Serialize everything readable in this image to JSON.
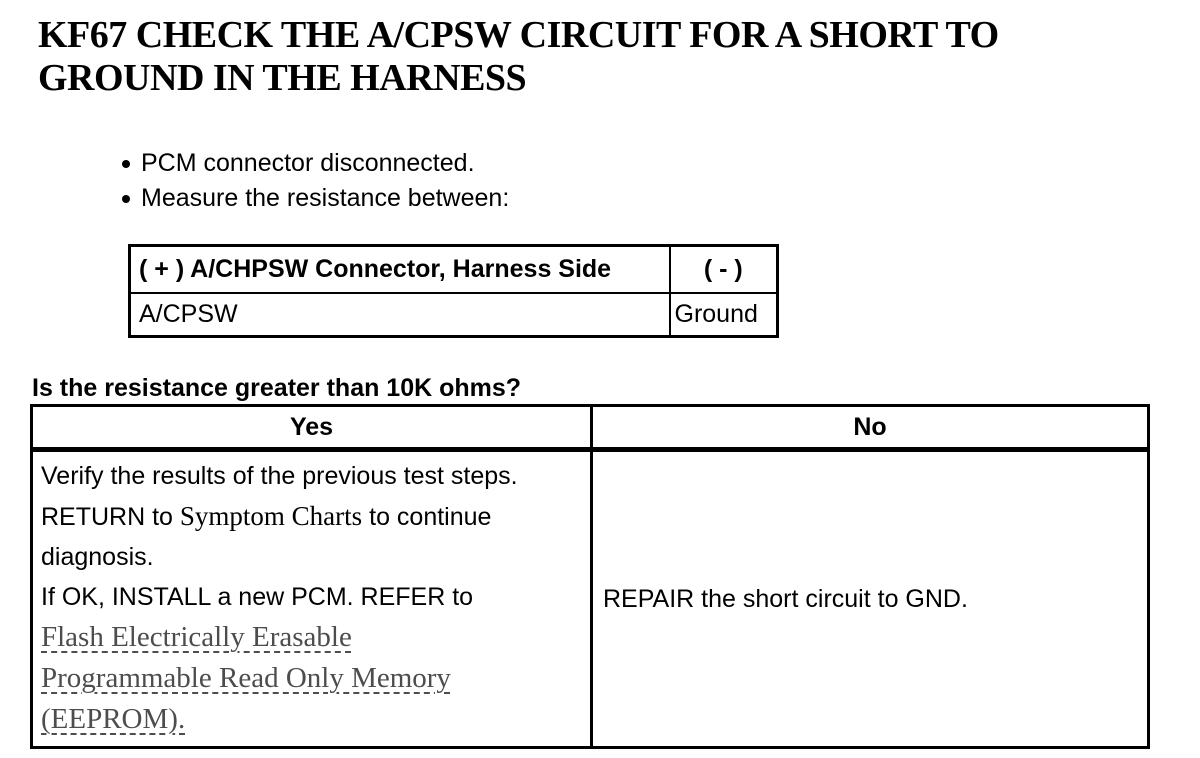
{
  "colors": {
    "text": "#000000",
    "background": "#ffffff",
    "link_gray": "#4d4d4d"
  },
  "title": {
    "line1": "KF67 CHECK THE A/CPSW CIRCUIT FOR A SHORT TO",
    "line2": "GROUND IN THE HARNESS"
  },
  "bullets": [
    "PCM connector disconnected.",
    "Measure the resistance between:"
  ],
  "measurement_table": {
    "header": [
      "( + ) A/CHPSW Connector, Harness Side",
      "( - )"
    ],
    "rows": [
      [
        "A/CPSW",
        "Ground"
      ]
    ]
  },
  "question": "Is the resistance greater than 10K ohms?",
  "decision_table": {
    "headers": [
      "Yes",
      "No"
    ],
    "yes_lines": [
      [
        {
          "t": "Verify the results of the previous test steps.",
          "s": "sans"
        }
      ],
      [
        {
          "t": "RETURN to ",
          "s": "sans"
        },
        {
          "t": "Symptom Charts",
          "s": "serif",
          "name": "symptom-charts-ref"
        },
        {
          "t": " to continue",
          "s": "sans"
        }
      ],
      [
        {
          "t": "diagnosis.",
          "s": "sans"
        }
      ],
      [
        {
          "t": "If OK, INSTALL a new PCM. REFER to",
          "s": "sans"
        }
      ],
      [
        {
          "t": "Flash Electrically Erasable",
          "s": "link",
          "name": "eeprom-link",
          "interactable": true
        }
      ],
      [
        {
          "t": "Programmable Read Only Memory",
          "s": "link",
          "name": "eeprom-link",
          "interactable": true
        }
      ],
      [
        {
          "t": "(EEPROM).",
          "s": "link",
          "name": "eeprom-link",
          "interactable": true
        }
      ]
    ],
    "no_text": "REPAIR the short circuit to GND."
  }
}
